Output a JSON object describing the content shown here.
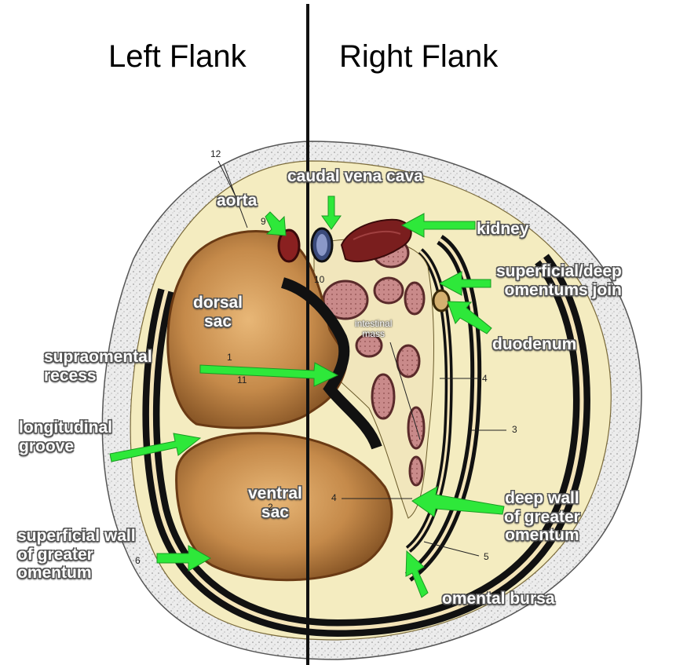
{
  "flanks": {
    "left": "Left Flank",
    "right": "Right Flank"
  },
  "labels": {
    "caudal_vena_cava": "caudal vena cava",
    "aorta": "aorta",
    "kidney": "kidney",
    "superficial_deep_1": "superficial/deep",
    "superficial_deep_2": "omentums join",
    "dorsal_sac_1": "dorsal",
    "dorsal_sac_2": "sac",
    "duodenum": "duodenum",
    "supraomental_1": "supraomental",
    "supraomental_2": "recess",
    "longitudinal_1": "longitudinal",
    "longitudinal_2": "groove",
    "ventral_sac_1": "ventral",
    "ventral_sac_2": "sac",
    "deep_wall_1": "deep wall",
    "deep_wall_2": "of greater",
    "deep_wall_3": "omentum",
    "superficial_wall_1": "superficial wall",
    "superficial_wall_2": "of greater",
    "superficial_wall_3": "omentum",
    "omental_bursa": "omental bursa",
    "intestinal_mass_1": "intestinal",
    "intestinal_mass_2": "mass"
  },
  "numbers": {
    "n12": "12",
    "n9": "9",
    "n10": "10",
    "n1": "1",
    "n11": "11",
    "n4a": "4",
    "n3": "3",
    "n4b": "4",
    "n2": "2",
    "n5": "5",
    "n6": "6"
  },
  "colors": {
    "arrow": "#2ee83a",
    "rumen": "#c58a4a",
    "rumen_dark": "#7a4a1e",
    "fat": "#f4ecc0",
    "skin": "#e8e8e8",
    "wall": "#111111",
    "vessel": "#8a2020"
  }
}
